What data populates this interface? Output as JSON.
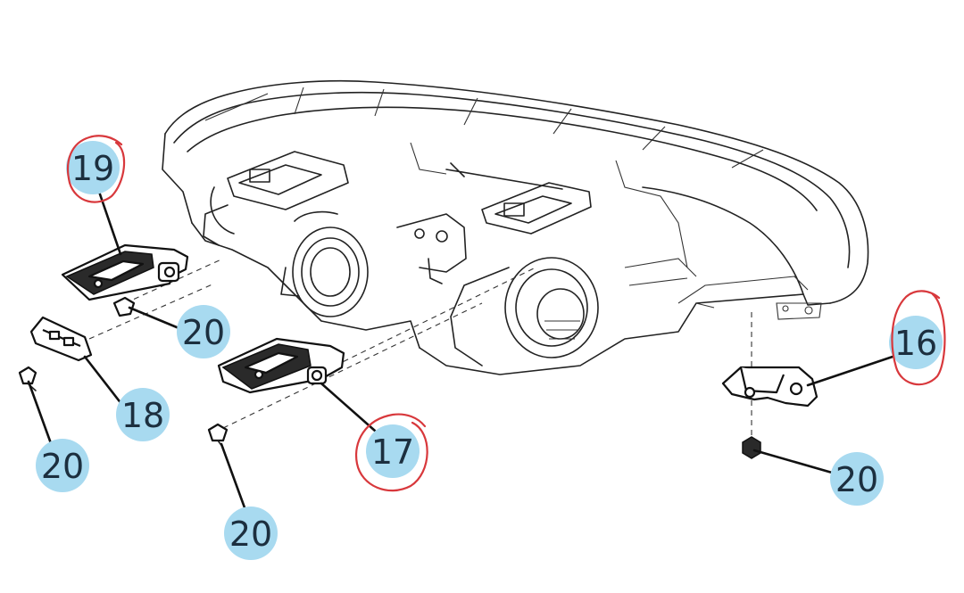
{
  "diagram": {
    "callouts": [
      {
        "id": "c19",
        "label": "19",
        "circled": true
      },
      {
        "id": "c20a",
        "label": "20",
        "circled": false
      },
      {
        "id": "c18",
        "label": "18",
        "circled": false
      },
      {
        "id": "c20b",
        "label": "20",
        "circled": false
      },
      {
        "id": "c17",
        "label": "17",
        "circled": true
      },
      {
        "id": "c20c",
        "label": "20",
        "circled": false
      },
      {
        "id": "c16",
        "label": "16",
        "circled": true
      },
      {
        "id": "c20d",
        "label": "20",
        "circled": false
      }
    ],
    "colors": {
      "bubble": "#a8daf0",
      "label_text": "#1c2f3f",
      "red_marker": "#d8383c",
      "line_art": "#222222"
    }
  }
}
